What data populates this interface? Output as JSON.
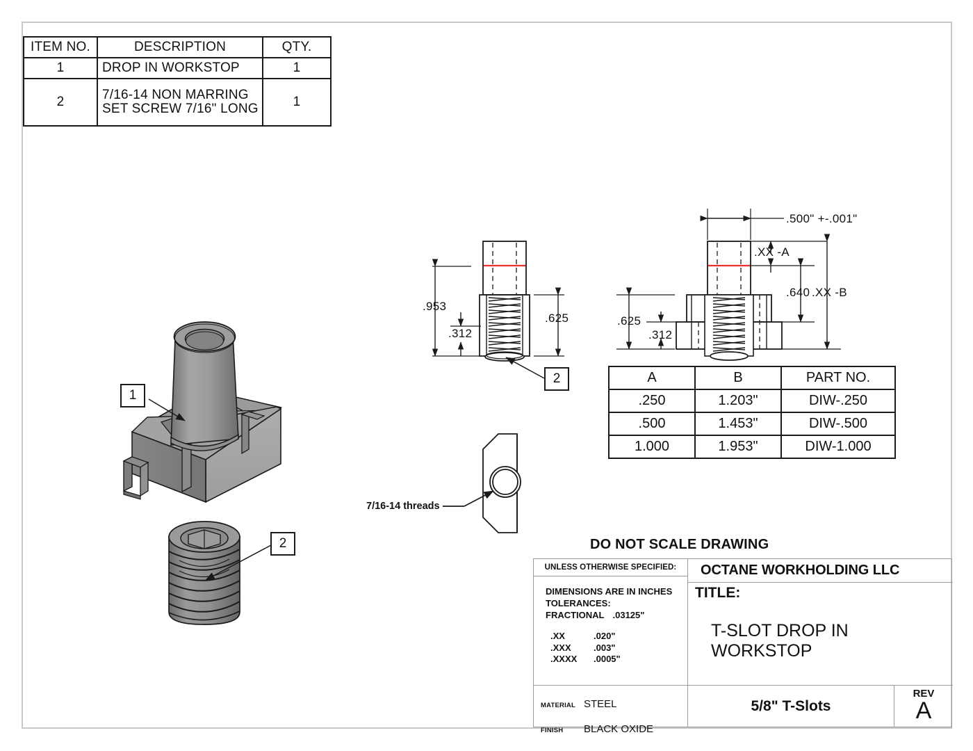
{
  "sheet": {
    "do_not_scale": "DO NOT SCALE DRAWING"
  },
  "bom": {
    "headers": [
      "ITEM NO.",
      "DESCRIPTION",
      "QTY."
    ],
    "rows": [
      {
        "item": "1",
        "description": "DROP IN WORKSTOP",
        "qty": "1"
      },
      {
        "item": "2",
        "description": "7/16-14 NON\nMARRING SET SCREW\n7/16\" LONG",
        "qty": "1"
      }
    ]
  },
  "balloons": {
    "iso_part": "1",
    "iso_screw": "2",
    "front_screw": "2"
  },
  "views": {
    "front": {
      "dim_height_total": ".953",
      "dim_thread_offset": ".312",
      "dim_thread_len": ".625"
    },
    "section": {
      "dim_width": ".500\" +-.001\"",
      "dim_a": ".XX -A",
      "dim_b": ".XX -B",
      "dim_640": ".640",
      "dim_625": ".625",
      "dim_312": ".312"
    },
    "bottom": {
      "thread_note": "7/16-14 threads"
    }
  },
  "partno_table": {
    "headers": [
      "A",
      "B",
      "PART NO."
    ],
    "rows": [
      {
        "a": ".250",
        "b": "1.203\"",
        "part": "DIW-.250"
      },
      {
        "a": ".500",
        "b": "1.453\"",
        "part": "DIW-.500"
      },
      {
        "a": "1.000",
        "b": "1.953\"",
        "part": "DIW-1.000"
      }
    ]
  },
  "title_block": {
    "unless_otherwise_specified": "UNLESS OTHERWISE SPECIFIED:",
    "dimensions_note": "DIMENSIONS ARE IN INCHES",
    "tolerances_label": "TOLERANCES:",
    "fractional_label": "FRACTIONAL",
    "fractional_value": ".03125\"",
    "tolerances": [
      {
        "key": ".XX",
        "value": ".020\""
      },
      {
        "key": ".XXX",
        "value": ".003\""
      },
      {
        "key": ".XXXX",
        "value": ".0005\""
      }
    ],
    "material_label": "MATERIAL",
    "material_value": "STEEL",
    "finish_label": "FINISH",
    "finish_value": "BLACK OXIDE",
    "company": "OCTANE WORKHOLDING LLC",
    "title_label": "TITLE:",
    "title_value": "T-SLOT DROP IN WORKSTOP",
    "slot_size": "5/8\" T-Slots",
    "rev_label": "REV",
    "rev_value": "A"
  },
  "colors": {
    "line": "#1a1a1a",
    "border": "#c8c8c8",
    "accent_red": "#e8322a",
    "metal_light": "#b0b0b0",
    "metal_mid": "#8f8f8f",
    "metal_dark": "#6f6f6f"
  }
}
